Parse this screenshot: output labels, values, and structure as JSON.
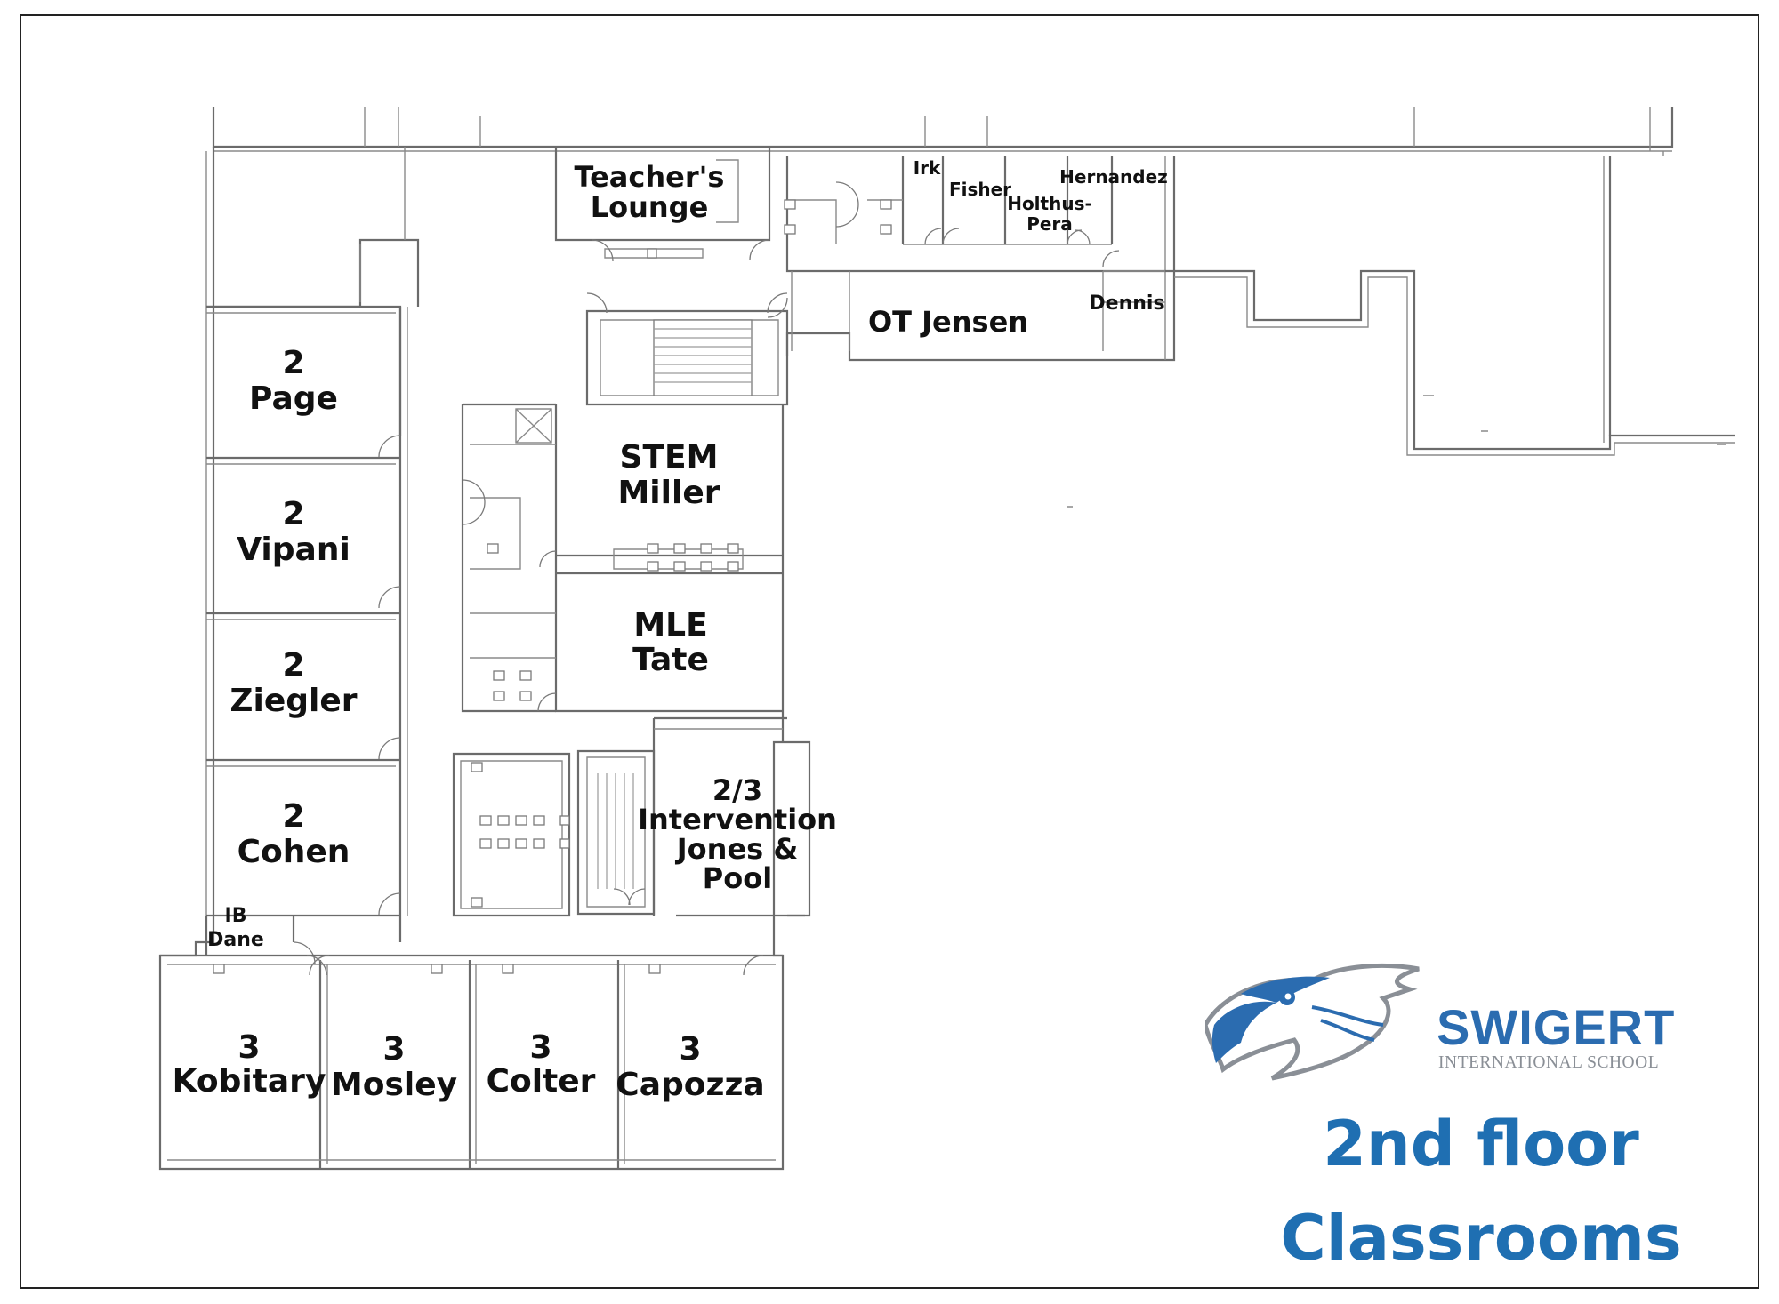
{
  "map": {
    "rooms": {
      "teachers_lounge": {
        "line1": "Teacher's",
        "line2": "Lounge"
      },
      "irk": "Irk",
      "fisher": "Fisher",
      "holthus_pera": {
        "line1": "Holthus-",
        "line2": "Pera"
      },
      "hernandez": "Hernandez",
      "dennis": "Dennis",
      "ot_jensen": "OT Jensen",
      "page": {
        "grade": "2",
        "name": "Page"
      },
      "vipani": {
        "grade": "2",
        "name": "Vipani"
      },
      "ziegler": {
        "grade": "2",
        "name": "Ziegler"
      },
      "cohen": {
        "grade": "2",
        "name": "Cohen"
      },
      "stem_miller": {
        "line1": "STEM",
        "line2": "Miller"
      },
      "mle_tate": {
        "line1": "MLE",
        "line2": "Tate"
      },
      "intervention": {
        "line1": "2/3",
        "line2": "Intervention",
        "line3": "Jones &",
        "line4": "Pool"
      },
      "ib_dane": {
        "line1": "IB",
        "line2": "Dane"
      },
      "kobitary": {
        "grade": "3",
        "name": "Kobitary"
      },
      "mosley": {
        "grade": "3",
        "name": "Mosley"
      },
      "colter": {
        "grade": "3",
        "name": "Colter"
      },
      "capozza": {
        "grade": "3",
        "name": "Capozza"
      }
    }
  },
  "brand": {
    "name": "SWIGERT",
    "subtitle": "INTERNATIONAL SCHOOL",
    "logo_icon": "eagle-head-icon",
    "primary_color": "#2b6cb0",
    "secondary_color": "#8a8f96"
  },
  "title": {
    "line1": "2nd floor",
    "line2": "Classrooms",
    "color": "#1f6fb2"
  }
}
